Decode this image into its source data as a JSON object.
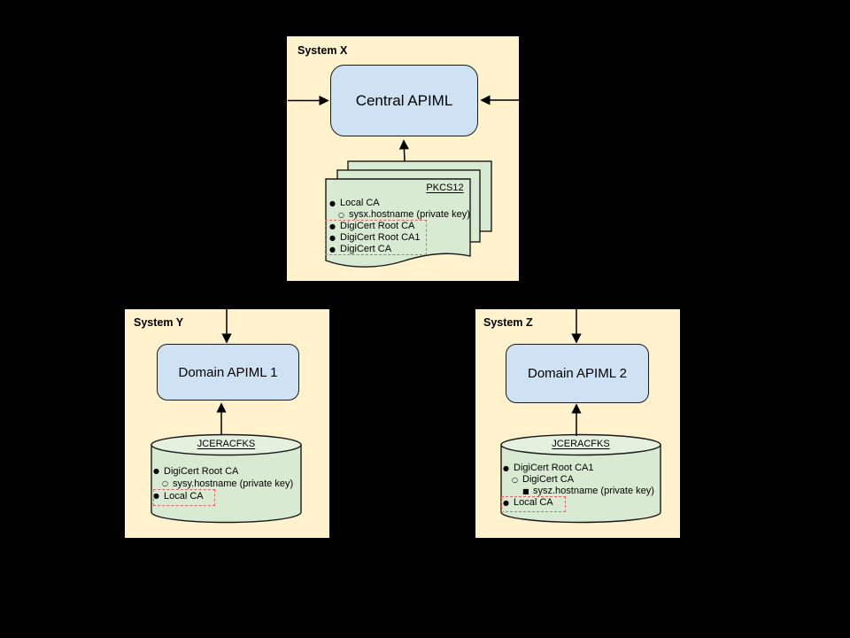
{
  "colors": {
    "background": "#000000",
    "panel_fill": "#FFF2CC",
    "node_fill": "#CFE2F3",
    "store_fill": "#D9EAD3",
    "store_rim_fill": "#E6F0DF",
    "line": "#000000",
    "highlight_dash": "#E06666"
  },
  "systems": {
    "x": {
      "label": "System X",
      "node_label": "Central APIML",
      "store_title": "PKCS12",
      "items": [
        {
          "bullet": "●",
          "text": "Local CA"
        },
        {
          "bullet": "○",
          "text": "sysx.hostname (private key)"
        },
        {
          "bullet": "●",
          "text": "DigiCert Root CA"
        },
        {
          "bullet": "●",
          "text": "DigiCert Root CA1"
        },
        {
          "bullet": "●",
          "text": "DigiCert CA"
        }
      ]
    },
    "y": {
      "label": "System Y",
      "node_label": "Domain APIML 1",
      "store_title": "JCERACFKS",
      "items": [
        {
          "bullet": "●",
          "text": "DigiCert Root CA"
        },
        {
          "bullet": "○",
          "text": "sysy.hostname (private key)"
        },
        {
          "bullet": "●",
          "text": "Local CA"
        }
      ]
    },
    "z": {
      "label": "System Z",
      "node_label": "Domain APIML 2",
      "store_title": "JCERACFKS",
      "items": [
        {
          "bullet": "●",
          "text": "DigiCert Root CA1"
        },
        {
          "bullet": "○",
          "text": "DigiCert CA"
        },
        {
          "bullet": "■",
          "text": "sysz.hostname (private key)"
        },
        {
          "bullet": "●",
          "text": "Local CA"
        }
      ]
    }
  }
}
